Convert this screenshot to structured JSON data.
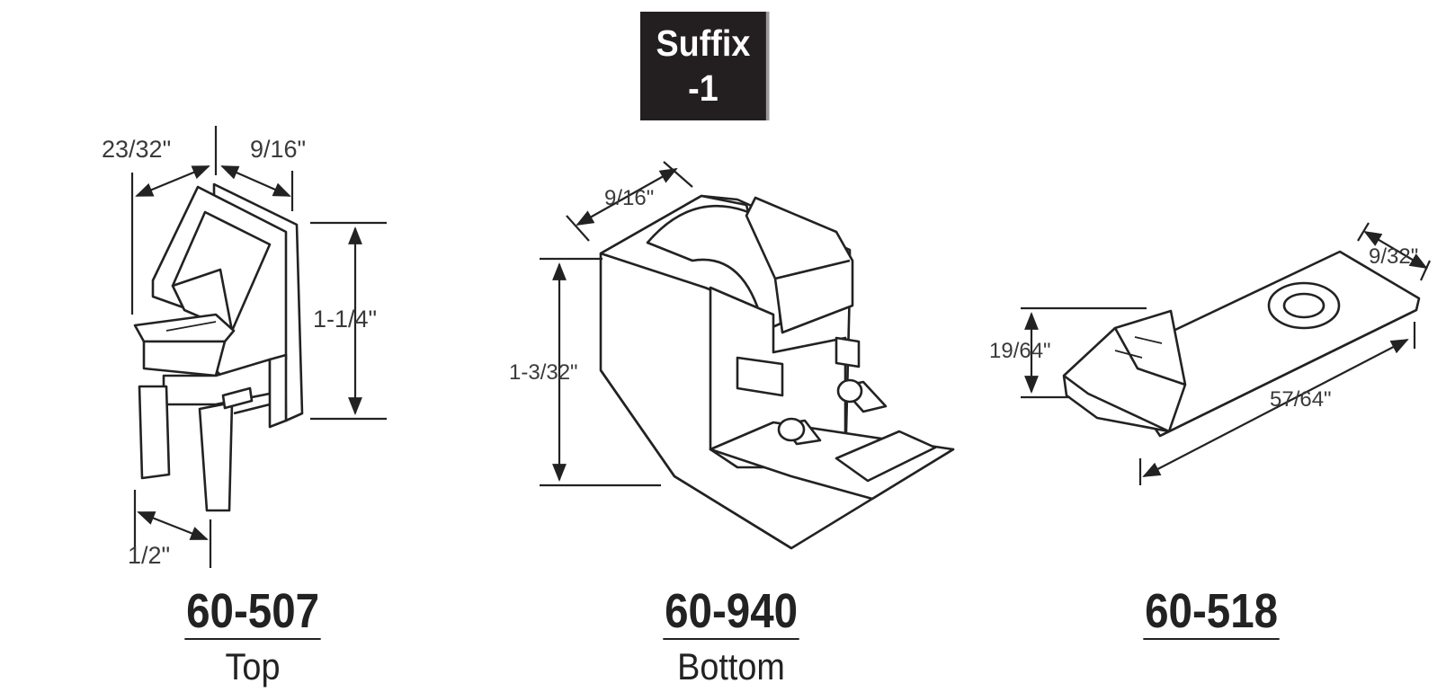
{
  "badge": {
    "line1": "Suffix",
    "line2": "-1"
  },
  "parts": [
    {
      "number": "60-507",
      "label": "Top",
      "dimensions": {
        "width_top": "23/32\"",
        "depth_top": "9/16\"",
        "height": "1-1/4\"",
        "leg_width": "1/2\""
      }
    },
    {
      "number": "60-940",
      "label": "Bottom",
      "dimensions": {
        "width": "9/16\"",
        "height": "1-3/32\""
      }
    },
    {
      "number": "60-518",
      "label": "",
      "dimensions": {
        "width": "9/32\"",
        "height": "19/64\"",
        "length": "57/64\""
      }
    }
  ]
}
